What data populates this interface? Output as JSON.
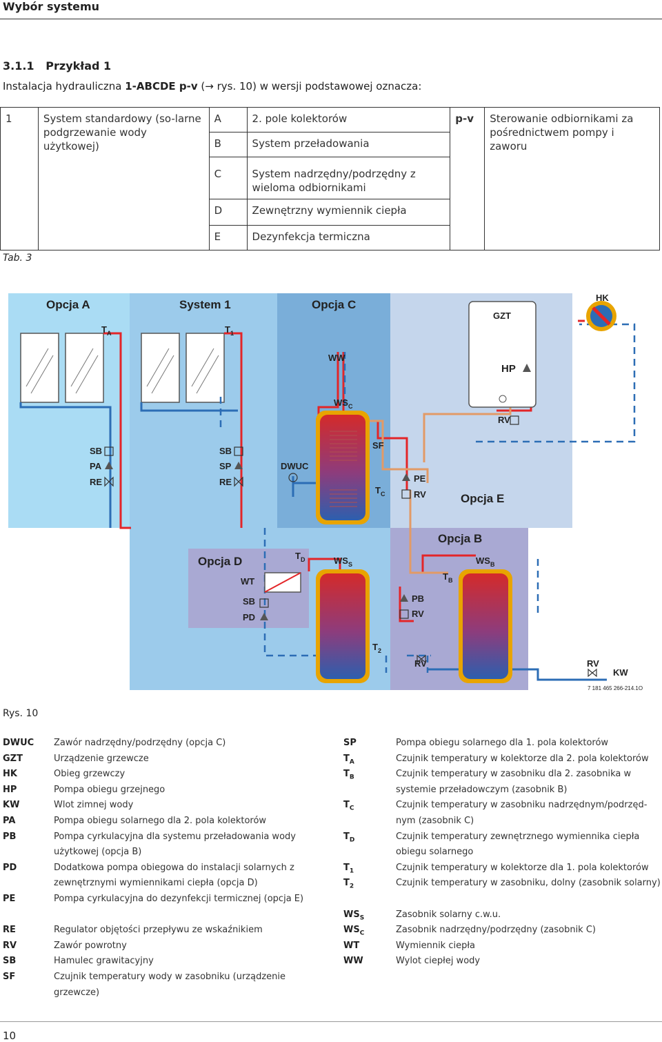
{
  "header": {
    "title": "Wybór systemu"
  },
  "section": {
    "number": "3.1.1",
    "title": "Przykład 1"
  },
  "intro": {
    "part1": "Instalacja hydrauliczna ",
    "code": "1-ABCDE p-v",
    "part2": " (",
    "arrow": "→",
    "part3": " rys. 10) w wersji podstawowej oznacza:"
  },
  "table": {
    "num": "1",
    "system": "System standardowy (so-larne podgrzewanie wody użytkowej)",
    "options": [
      {
        "letter": "A",
        "text": "2. pole kolektorów"
      },
      {
        "letter": "B",
        "text": "System przeładowania"
      },
      {
        "letter": "C",
        "text": "System nadrzędny/podrzędny z wieloma odbiornikami"
      },
      {
        "letter": "D",
        "text": "Zewnętrzny wymiennik ciepła"
      },
      {
        "letter": "E",
        "text": "Dezynfekcja termiczna"
      }
    ],
    "pv_code": "p-v",
    "pv_text": "Sterowanie odbiornikami za pośrednictwem pompy i zaworu",
    "caption": "Tab. 3"
  },
  "diagram": {
    "zones": {
      "opcja_a": "Opcja A",
      "system1": "System 1",
      "opcja_c": "Opcja C",
      "opcja_d": "Opcja D",
      "opcja_b": "Opcja B",
      "opcja_e": "Opcja E"
    },
    "labels": {
      "ta": "T",
      "ta_sub": "A",
      "t1": "T",
      "t1_sub": "1",
      "ww": "WW",
      "wsc": "WS",
      "wsc_sub": "C",
      "gzt": "GZT",
      "hk": "HK",
      "hp": "HP",
      "rv": "RV",
      "sb": "SB",
      "pa": "PA",
      "re": "RE",
      "sp": "SP",
      "dwuc": "DWUC",
      "sf": "SF",
      "tc": "T",
      "tc_sub": "C",
      "pe": "PE",
      "td": "T",
      "td_sub": "D",
      "wt": "WT",
      "pd": "PD",
      "wss": "WS",
      "wss_sub": "S",
      "pb": "PB",
      "tb": "T",
      "tb_sub": "B",
      "wsb": "WS",
      "wsb_sub": "B",
      "t2": "T",
      "t2_sub": "2",
      "kw": "KW",
      "code": "7 181 465 266-214.1O"
    },
    "colors": {
      "light_blue": "#aadcf4",
      "mid_blue": "#9ccbeb",
      "opc_blue": "#7aaed9",
      "pale_blue": "#c5d6ec",
      "purple": "#a9a9d3",
      "hot": "#e32528",
      "cold": "#2c6db5",
      "orange": "#e29a66"
    },
    "caption": "Rys. 10"
  },
  "legend_left": [
    {
      "abbr": "DWUC",
      "text": "Zawór nadrzędny/podrzędny (opcja C)"
    },
    {
      "abbr": "GZT",
      "text": "Urządzenie grzewcze"
    },
    {
      "abbr": "HK",
      "text": "Obieg grzewczy"
    },
    {
      "abbr": "HP",
      "text": "Pompa obiegu grzejnego"
    },
    {
      "abbr": "KW",
      "text": "Wlot zimnej wody"
    },
    {
      "abbr": "PA",
      "text": "Pompa obiegu solarnego dla 2. pola kolektorów"
    },
    {
      "abbr": "PB",
      "text": "Pompa cyrkulacyjna dla systemu przeładowania wody użytkowej (opcja B)"
    },
    {
      "abbr": "PD",
      "text": "Dodatkowa pompa obiegowa do instalacji solarnych z zewnętrznymi wymiennikami ciepła (opcja D)"
    },
    {
      "abbr": "PE",
      "text": "Pompa cyrkulacyjna do dezynfekcji termicznej (opcja E)"
    },
    {
      "abbr": "RE",
      "text": "Regulator objętości przepływu ze wskaźnikiem"
    },
    {
      "abbr": "RV",
      "text": "Zawór powrotny"
    },
    {
      "abbr": "SB",
      "text": "Hamulec grawitacyjny"
    },
    {
      "abbr": "SF",
      "text": "Czujnik temperatury wody w zasobniku (urządzenie grzewcze)"
    }
  ],
  "legend_right": [
    {
      "abbr": "SP",
      "sub": "",
      "text": "Pompa obiegu solarnego dla 1. pola kolektorów"
    },
    {
      "abbr": "T",
      "sub": "A",
      "text": "Czujnik temperatury w kolektorze dla 2. pola kolektorów"
    },
    {
      "abbr": "T",
      "sub": "B",
      "text": "Czujnik temperatury w zasobniku dla 2. zasobnika w systemie przeładowczym (zasobnik B)"
    },
    {
      "abbr": "T",
      "sub": "C",
      "text": "Czujnik temperatury w zasobniku nadrzędnym/podrzęd-nym (zasobnik C)"
    },
    {
      "abbr": "T",
      "sub": "D",
      "text": "Czujnik temperatury zewnętrznego wymiennika ciepła obiegu solarnego"
    },
    {
      "abbr": "T",
      "sub": "1",
      "text": "Czujnik temperatury w kolektorze dla 1. pola kolektorów"
    },
    {
      "abbr": "T",
      "sub": "2",
      "text": "Czujnik temperatury w zasobniku, dolny (zasobnik solarny)"
    },
    {
      "abbr": "WS",
      "sub": "S",
      "text": "Zasobnik solarny c.w.u."
    },
    {
      "abbr": "WS",
      "sub": "C",
      "text": "Zasobnik nadrzędny/podrzędny (zasobnik C)"
    },
    {
      "abbr": "WT",
      "sub": "",
      "text": "Wymiennik ciepła"
    },
    {
      "abbr": "WW",
      "sub": "",
      "text": "Wylot ciepłej wody"
    }
  ],
  "footer": {
    "page": "10"
  }
}
